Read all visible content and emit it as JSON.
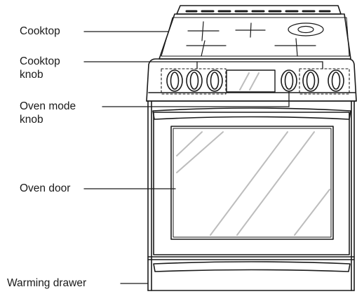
{
  "labels": {
    "cooktop": "Cooktop",
    "cooktop_knob": "Cooktop\nknob",
    "oven_mode_knob": "Oven mode\nknob",
    "oven_door": "Oven door",
    "warming_drawer": "Warming drawer"
  },
  "colors": {
    "line": "#1a1a1a",
    "body_fill": "#ffffff",
    "glass_streak": "#bdbdbd"
  }
}
